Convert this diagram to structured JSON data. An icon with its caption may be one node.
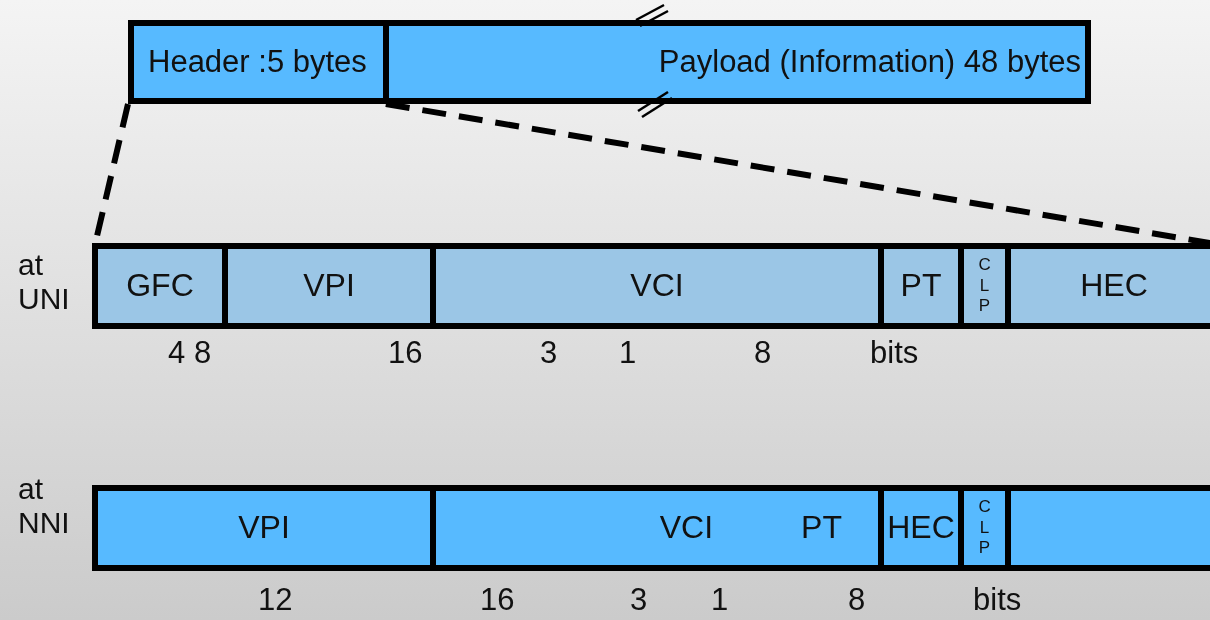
{
  "diagram": {
    "nodes": [
      {
        "text": [
          "Header :5 bytes"
        ]
      },
      {
        "text": [
          "Payload (Information) 48 bytes"
        ]
      },
      {
        "text": [],
        "shape": "box"
      },
      {
        "text": [
          "GFC"
        ],
        "in": 2
      },
      {
        "text": [
          "VPI"
        ],
        "in": 2
      },
      {
        "text": [
          "VCI"
        ],
        "in": 2
      },
      {
        "text": [
          "PT"
        ],
        "in": 2
      },
      {
        "text": [
          "CLP"
        ],
        "in": 2
      },
      {
        "text": [
          "HEC"
        ],
        "in": 2
      },
      {
        "text": [],
        "shape": "box"
      },
      {
        "text": [
          "VPI"
        ],
        "in": 9
      },
      {
        "text": [
          "VCI",
          "PT"
        ],
        "in": 9
      },
      {
        "text": [
          "HEC"
        ],
        "in": 9
      },
      {
        "text": [
          "CLP"
        ],
        "in": 9
      },
      {
        "text": [],
        "shape": "box",
        "in": 9
      }
    ],
    "edges": [
      {
        "from": 0,
        "to": 2,
        "arrow": "none",
        "style": "dashed"
      },
      {
        "from": 0,
        "to": 2,
        "arrow": "none",
        "style": "dashed"
      }
    ],
    "labels": [
      "at UNI",
      "4",
      "8",
      "16",
      "3",
      "1",
      "8",
      "bits",
      "at NNI",
      "12",
      "16",
      "3",
      "1",
      "8",
      "bits"
    ]
  }
}
